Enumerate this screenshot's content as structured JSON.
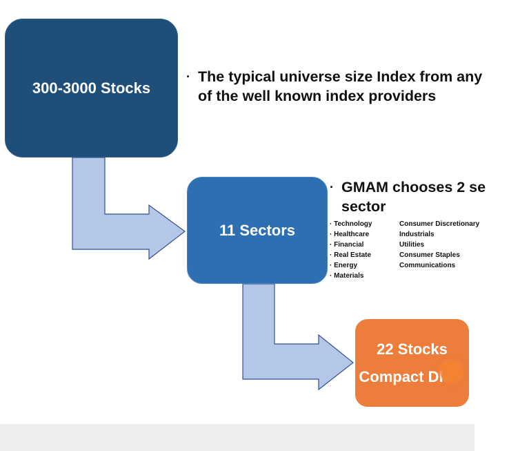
{
  "universe_box": {
    "label": "300-3000 Stocks"
  },
  "universe_note": {
    "bullet": "·",
    "line1": "The typical universe size Index from any",
    "line2": "of the well known index providers"
  },
  "sectors_box": {
    "label": "11 Sectors"
  },
  "sectors_note": {
    "bullet": "·",
    "line1": "GMAM chooses 2 se",
    "line2": "sector"
  },
  "sector_list": {
    "left": [
      "· Technology",
      "· Healthcare",
      "· Financial",
      "· Real Estate",
      "· Energy",
      "· Materials"
    ],
    "right": [
      "Consumer Discretionary",
      "Industrials",
      "Utilities",
      "Consumer Staples",
      "Communications"
    ]
  },
  "stocks_box": {
    "line1": "22 Stocks",
    "line2": "Compact DI"
  },
  "colors": {
    "universe": "#1f4e79",
    "sectors": "#2e6fb1",
    "stocks": "#ec7d3a",
    "arrow_fill": "#b4c7e7",
    "arrow_stroke": "#2f4f8f"
  }
}
